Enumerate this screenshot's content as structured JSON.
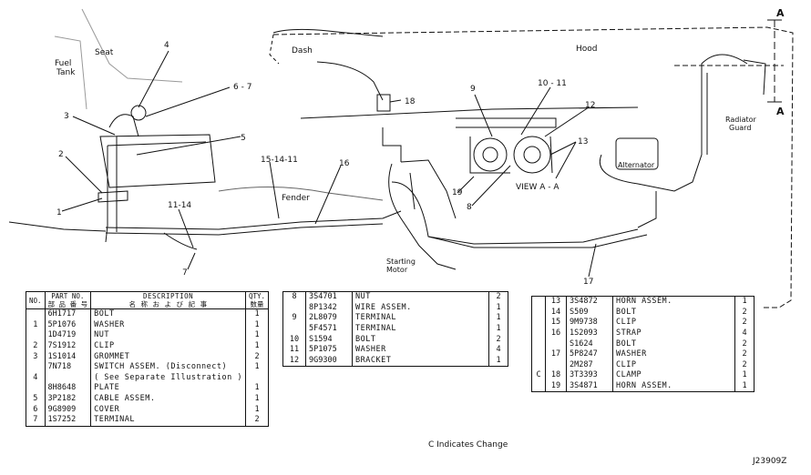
{
  "diagram": {
    "labels": {
      "fuel_tank": "Fuel\nTank",
      "seat": "Seat",
      "dash": "Dash",
      "hood": "Hood",
      "fender": "Fender",
      "starting_motor": "Starting\nMotor",
      "alternator": "Alternator",
      "radiator_guard": "Radiator\nGuard",
      "view_aa": "VIEW A - A",
      "section_a_top": "A",
      "section_a_bottom": "A"
    },
    "callouts": [
      "4",
      "6 - 7",
      "3",
      "5",
      "2",
      "1",
      "11-14",
      "7",
      "15-14-11",
      "16",
      "18",
      "9",
      "10 - 11",
      "12",
      "13",
      "19",
      "8",
      "17"
    ]
  },
  "table_left": {
    "headers": {
      "no": "NO.",
      "part_no": "PART NO.",
      "part_no_jp": "部 品 番 号",
      "description": "DESCRIPTION",
      "description_jp": "名 称 お よ び 記 事",
      "qty": "QTY.",
      "qty_jp": "数量"
    },
    "rows": [
      {
        "no": "",
        "part": "6H1717",
        "desc": "BOLT",
        "qty": "1"
      },
      {
        "no": "1",
        "part": "5P1076",
        "desc": "WASHER",
        "qty": "1"
      },
      {
        "no": "",
        "part": "1D4719",
        "desc": "NUT",
        "qty": "1"
      },
      {
        "no": "2",
        "part": "7S1912",
        "desc": "CLIP",
        "qty": "1"
      },
      {
        "no": "3",
        "part": "1S1014",
        "desc": "GROMMET",
        "qty": "2"
      },
      {
        "no": "",
        "part": "7N718",
        "desc": "SWITCH ASSEM. (Disconnect)",
        "qty": "1"
      },
      {
        "no": "4",
        "part": "",
        "desc": "( See Separate Illustration )",
        "qty": ""
      },
      {
        "no": "",
        "part": "8H8648",
        "desc": "PLATE",
        "qty": "1"
      },
      {
        "no": "5",
        "part": "3P2182",
        "desc": "CABLE ASSEM.",
        "qty": "1"
      },
      {
        "no": "6",
        "part": "9G8909",
        "desc": "COVER",
        "qty": "1"
      },
      {
        "no": "7",
        "part": "1S7252",
        "desc": "TERMINAL",
        "qty": "2"
      }
    ]
  },
  "table_mid": {
    "rows": [
      {
        "no": "8",
        "part": "3S4701",
        "desc": "NUT",
        "qty": "2"
      },
      {
        "no": "",
        "part": "8P1342",
        "desc": "WIRE ASSEM.",
        "qty": "1"
      },
      {
        "no": "9",
        "part": "2L8079",
        "desc": "TERMINAL",
        "qty": "1"
      },
      {
        "no": "",
        "part": "5F4571",
        "desc": "TERMINAL",
        "qty": "1"
      },
      {
        "no": "10",
        "part": "S1594",
        "desc": "BOLT",
        "qty": "2"
      },
      {
        "no": "11",
        "part": "5P1075",
        "desc": "WASHER",
        "qty": "4"
      },
      {
        "no": "12",
        "part": "9G9300",
        "desc": "BRACKET",
        "qty": "1"
      }
    ]
  },
  "table_right": {
    "rows": [
      {
        "c": "",
        "no": "13",
        "part": "3S4872",
        "desc": "HORN ASSEM.",
        "qty": "1"
      },
      {
        "c": "",
        "no": "14",
        "part": "S509",
        "desc": "BOLT",
        "qty": "2"
      },
      {
        "c": "",
        "no": "15",
        "part": "9M9738",
        "desc": "CLIP",
        "qty": "2"
      },
      {
        "c": "",
        "no": "16",
        "part": "1S2093",
        "desc": "STRAP",
        "qty": "4"
      },
      {
        "c": "",
        "no": "",
        "part": "S1624",
        "desc": "BOLT",
        "qty": "2"
      },
      {
        "c": "",
        "no": "17",
        "part": "5P8247",
        "desc": "WASHER",
        "qty": "2"
      },
      {
        "c": "",
        "no": "",
        "part": "2M287",
        "desc": "CLIP",
        "qty": "2"
      },
      {
        "c": "C",
        "no": "18",
        "part": "3T3393",
        "desc": "CLAMP",
        "qty": "1"
      },
      {
        "c": "",
        "no": "19",
        "part": "3S4871",
        "desc": "HORN ASSEM.",
        "qty": "1"
      }
    ]
  },
  "footer": {
    "change_note": "C Indicates Change",
    "drawing_id": "J23909Z"
  }
}
